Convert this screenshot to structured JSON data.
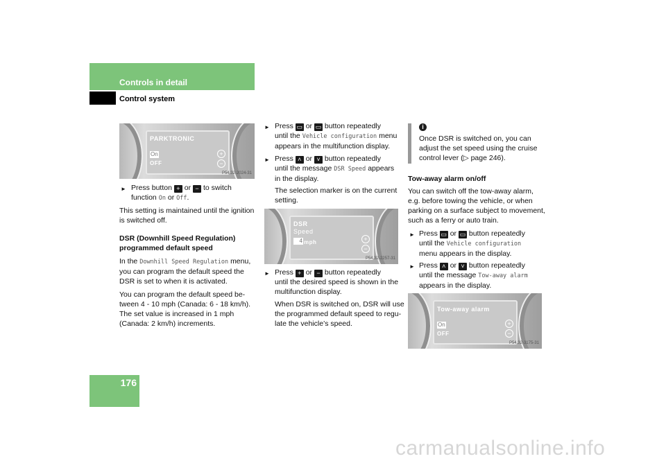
{
  "header": {
    "section": "Controls in detail",
    "subsection": "Control system"
  },
  "page_number": "176",
  "watermark": "carmanualsonline.info",
  "col1": {
    "fig1": {
      "title": "PARKTRONIC",
      "on": "On",
      "off": "OFF",
      "code": "P54.32-2024-31"
    },
    "step1": {
      "pre": "Press button",
      "mid": "or",
      "post": "to switch",
      "line2a": "function",
      "on": "On",
      "or": "or",
      "off": "Off",
      "end": "."
    },
    "para1": [
      "This setting is maintained until the ignition",
      "is switched off."
    ],
    "heading": [
      "DSR (Downhill Speed Regulation)",
      "programmed default speed"
    ],
    "para2": {
      "a": "In the",
      "menu": "Downhill Speed Regulation",
      "b": "menu,",
      "l2": "you can program the default speed the",
      "l3": "DSR is set to when it is activated."
    },
    "para3": [
      "You can program the default speed be-",
      "tween 4 - 10 mph (Canada: 6 - 18 km/h).",
      "The set value is increased in 1 mph",
      "(Canada: 2 km/h) increments."
    ]
  },
  "col2": {
    "step1": {
      "a": "Press",
      "or": "or",
      "b": "button repeatedly",
      "c": "until the",
      "menu": "Vehicle configuration",
      "d": "menu",
      "e": "appears in the multifunction display."
    },
    "step2": {
      "a": "Press",
      "or": "or",
      "b": "button repeatedly",
      "c": "until the message",
      "msg": "DSR Speed",
      "d": "appears",
      "e": "in the display."
    },
    "note": [
      "The selection marker is on the current",
      "setting."
    ],
    "fig2": {
      "title": "DSR",
      "sub": "Speed",
      "val": "4",
      "unit": "mph",
      "code": "P54.32-2257-31"
    },
    "step3": {
      "a": "Press",
      "or": "or",
      "b": "button repeatedly",
      "l2": "until the desired speed is shown in the",
      "l3": "multifunction display."
    },
    "para": [
      "When DSR is switched on, DSR will use",
      "the programmed default speed to regu-",
      "late the vehicle’s speed."
    ]
  },
  "col3": {
    "info": [
      "Once DSR is switched on, you can",
      "adjust the set speed using the cruise",
      "control lever (▷ page 246)."
    ],
    "heading": "Tow-away alarm on/off",
    "para": [
      "You can switch off the tow-away alarm,",
      "e.g. before towing the vehicle, or when",
      "parking on a surface subject to movement,",
      "such as a ferry or auto train."
    ],
    "step1": {
      "a": "Press",
      "or": "or",
      "b": "button repeatedly",
      "c": "until the",
      "menu": "Vehicle configuration",
      "d": "menu appears in the display."
    },
    "step2": {
      "a": "Press",
      "or": "or",
      "b": "button repeatedly",
      "c": "until the message",
      "msg": "Tow-away alarm",
      "d": "appears in the display."
    },
    "fig3": {
      "title": "Tow-away alarm",
      "on": "On",
      "off": "OFF",
      "code": "P54.32-3175-31"
    }
  },
  "colors": {
    "accent": "#7dc47a",
    "black": "#000000"
  }
}
